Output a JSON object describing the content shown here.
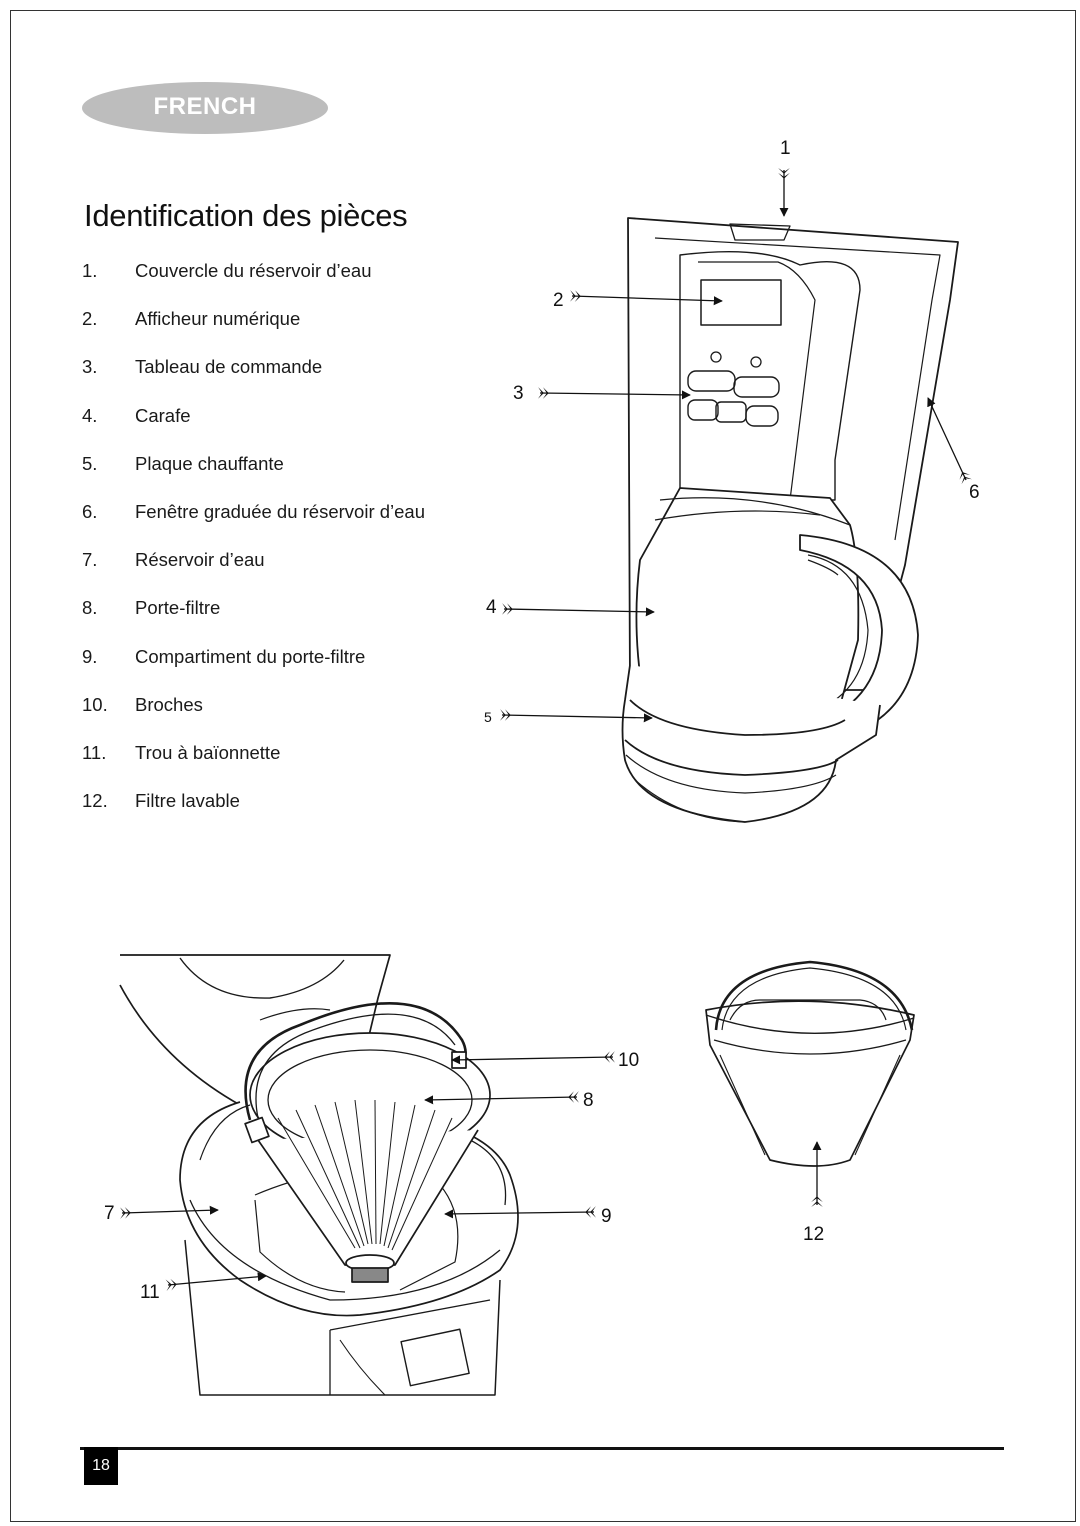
{
  "language_tab": "FRENCH",
  "title": "Identification des pièces",
  "parts": [
    {
      "num": "1.",
      "label": "Couvercle du réservoir d’eau"
    },
    {
      "num": "2.",
      "label": "Afficheur numérique"
    },
    {
      "num": "3.",
      "label": "Tableau de commande"
    },
    {
      "num": "4.",
      "label": "Carafe"
    },
    {
      "num": "5.",
      "label": "Plaque chauffante"
    },
    {
      "num": "6.",
      "label": "Fenêtre graduée du réservoir d’eau"
    },
    {
      "num": "7.",
      "label": "Réservoir d’eau"
    },
    {
      "num": "8.",
      "label": "Porte-filtre"
    },
    {
      "num": "9.",
      "label": "Compartiment du porte-filtre"
    },
    {
      "num": "10.",
      "label": "Broches"
    },
    {
      "num": "11.",
      "label": "Trou à baïonnette"
    },
    {
      "num": "12.",
      "label": "Filtre lavable"
    }
  ],
  "callouts": {
    "c1": "1",
    "c2": "2",
    "c3": "3",
    "c4": "4",
    "c5": "5",
    "c6": "6",
    "c7": "7",
    "c8": "8",
    "c9": "9",
    "c10": "10",
    "c11": "11",
    "c12": "12"
  },
  "page_number": "18"
}
